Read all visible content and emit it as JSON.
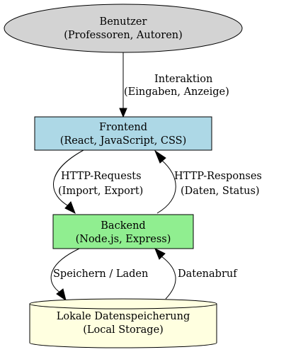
{
  "nodes": {
    "user": {
      "line1": "Benutzer",
      "line2": "(Professoren, Autoren)",
      "fill": "#d3d3d3"
    },
    "frontend": {
      "line1": "Frontend",
      "line2": "(React, JavaScript, CSS)",
      "fill": "#add8e6"
    },
    "backend": {
      "line1": "Backend",
      "line2": "(Node.js, Express)",
      "fill": "#90ee90"
    },
    "storage": {
      "line1": "Lokale Datenspeicherung",
      "line2": "(Local Storage)",
      "fill": "#ffffe0"
    }
  },
  "edges": {
    "interaction": {
      "line1": "Interaktion",
      "line2": "(Eingaben, Anzeige)"
    },
    "requests": {
      "line1": "HTTP-Requests",
      "line2": "(Import, Export)"
    },
    "responses": {
      "line1": "HTTP-Responses",
      "line2": "(Daten, Status)"
    },
    "save": {
      "line1": "Speichern / Laden"
    },
    "fetch": {
      "line1": "Datenabruf"
    }
  }
}
